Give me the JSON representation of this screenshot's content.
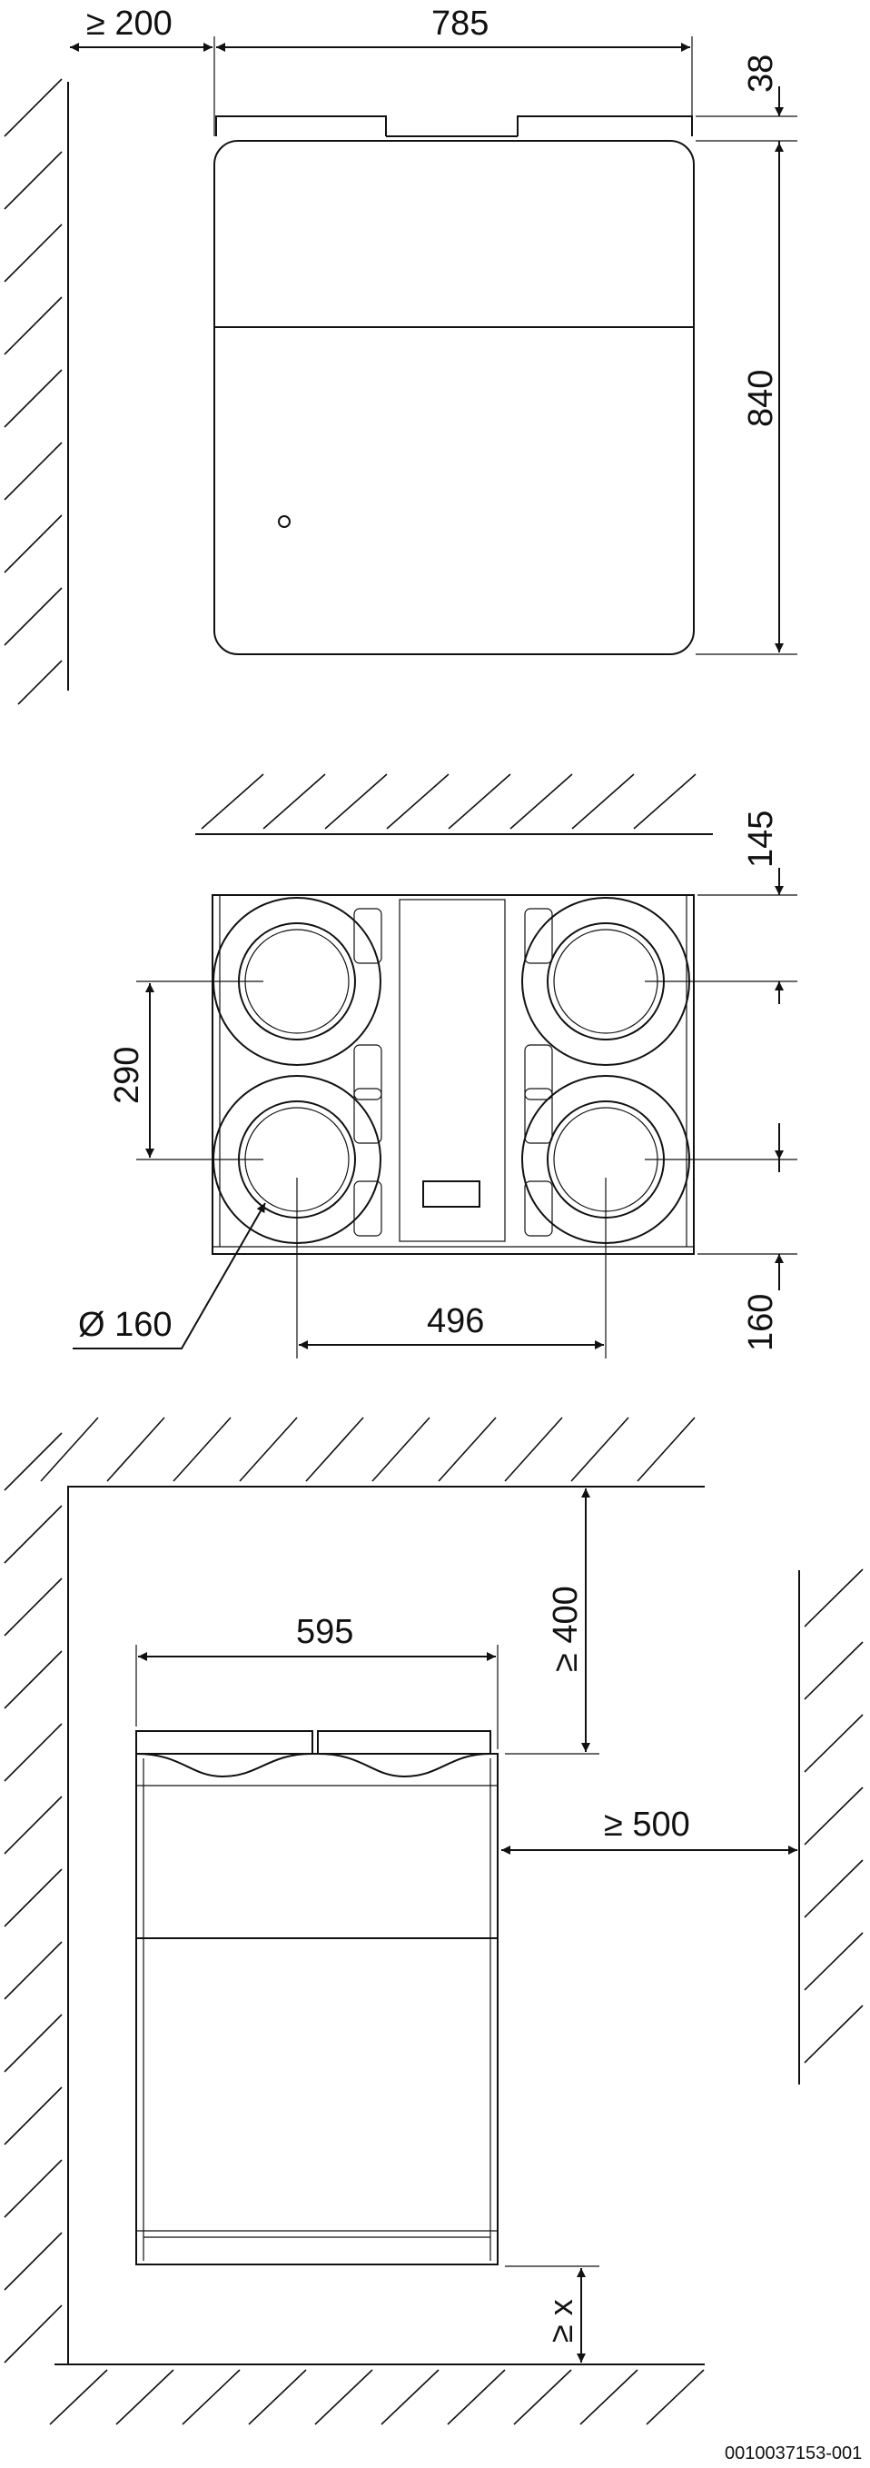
{
  "front_view": {
    "clearance_side": "≥ 200",
    "width": "785",
    "top_part_height": "38",
    "height": "840"
  },
  "top_view": {
    "rear_clearance": "145",
    "spigot_spacing_vertical": "290",
    "spigot_spacing_horizontal": "496",
    "spigot_diameter": "Ø 160",
    "front_offset": "160"
  },
  "side_view": {
    "top_clearance": "≥ 400",
    "depth": "595",
    "side_clearance": "≥ 500",
    "bottom_clearance": "≥ x"
  },
  "document_id": "0010037153-001",
  "colors": {
    "line": "#111111",
    "background": "#ffffff"
  }
}
